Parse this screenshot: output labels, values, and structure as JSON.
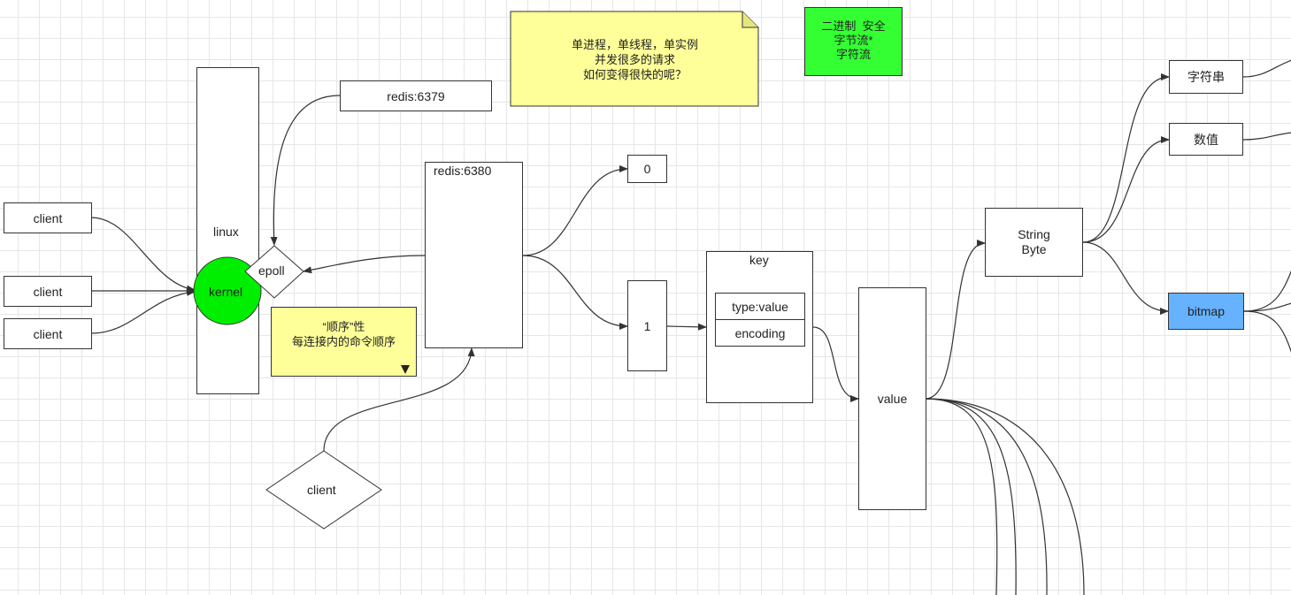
{
  "nodes": {
    "client1": "client",
    "client2": "client",
    "client3": "client",
    "client_bottom": "client",
    "linux": "linux",
    "kernel": "kernel",
    "epoll": "epoll",
    "redis_6379": "redis:6379",
    "redis_6380": "redis:6380",
    "db0": "0",
    "db1": "1",
    "key": "key",
    "type_value": "type:value",
    "encoding": "encoding",
    "value": "value",
    "string_byte": [
      "String",
      "Byte"
    ],
    "zifuchuan": "字符串",
    "shuzhi": "数值",
    "bitmap": "bitmap"
  },
  "notes": {
    "single_thread": [
      "单进程，单线程，单实例",
      "并发很多的请求",
      "如何变得很快的呢？"
    ],
    "order": [
      "“顺序”性",
      "每连接内的命令顺序"
    ],
    "binary_safe": [
      "二进制  安全",
      "字节流*",
      "字符流"
    ]
  },
  "colors": {
    "kernel_fill": "#00ee00",
    "binary_note_fill": "#33ff33",
    "bitmap_fill": "#66b2ff",
    "note_fill": "#ffff99"
  }
}
